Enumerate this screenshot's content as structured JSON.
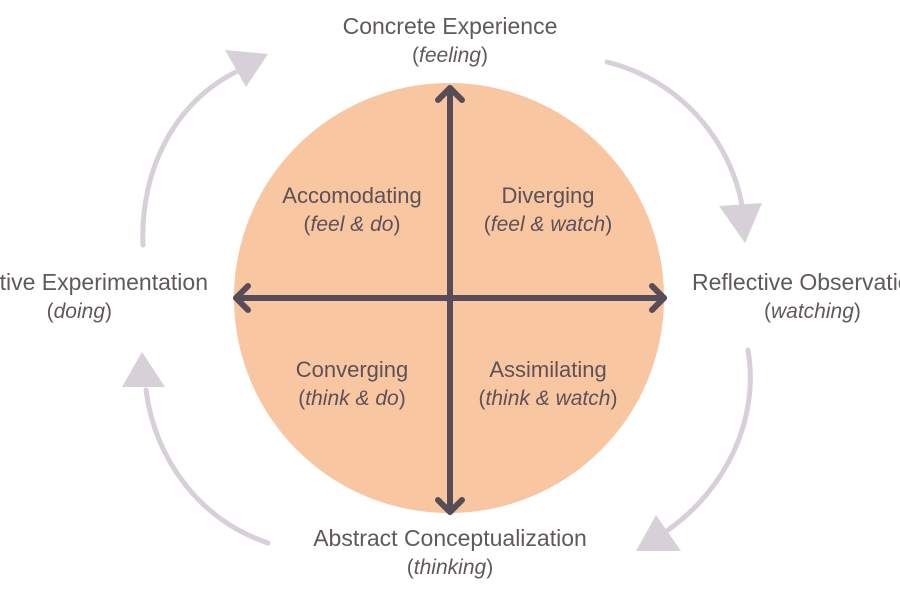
{
  "title": "Kolb's Experiential Learning Cycle",
  "colors": {
    "circle_fill": "#f8c6a0",
    "axis": "#574d58",
    "cycle_arrow": "#d7d0d9",
    "text": "#5f595f"
  },
  "stages": {
    "top": {
      "name": "Concrete Experience",
      "mode": "feeling"
    },
    "right": {
      "name": "Reflective Observation",
      "mode": "watching"
    },
    "bottom": {
      "name": "Abstract Conceptualization",
      "mode": "thinking"
    },
    "left": {
      "name": "Active Experimentation",
      "mode": "doing"
    }
  },
  "quadrants": {
    "top_left": {
      "name": "Accomodating",
      "mode": "feel & do"
    },
    "top_right": {
      "name": "Diverging",
      "mode": "feel & watch"
    },
    "bottom_left": {
      "name": "Converging",
      "mode": "think & do"
    },
    "bottom_right": {
      "name": "Assimilating",
      "mode": "think & watch"
    }
  },
  "cycle_direction": "clockwise"
}
